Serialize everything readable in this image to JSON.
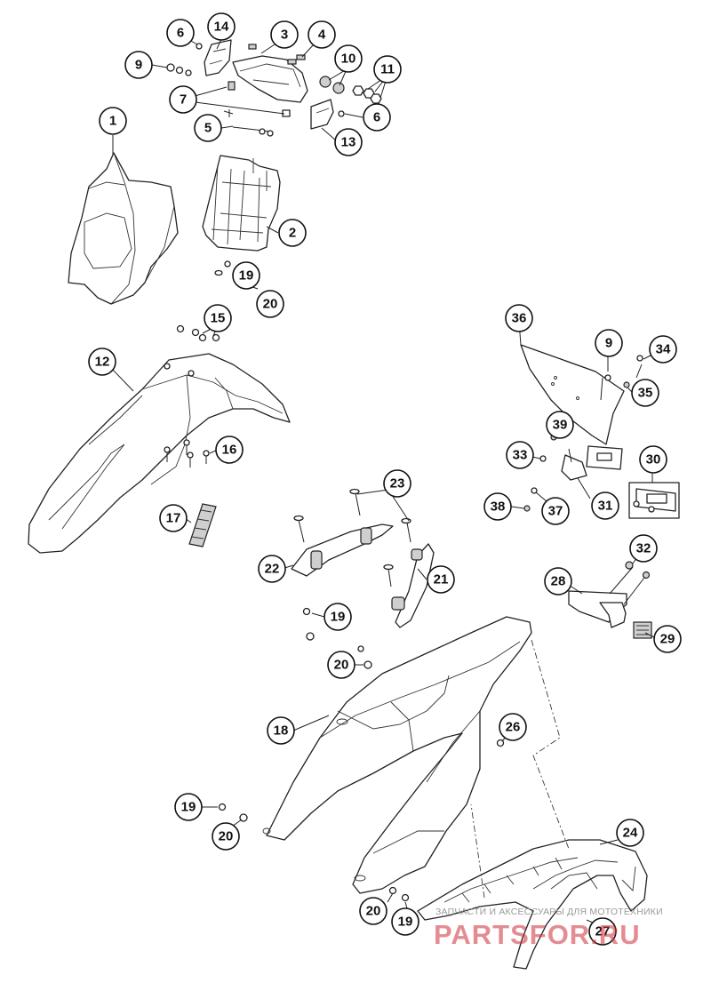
{
  "diagram": {
    "callouts": [
      {
        "id": "c1",
        "label": "1"
      },
      {
        "id": "c2",
        "label": "2"
      },
      {
        "id": "c3",
        "label": "3"
      },
      {
        "id": "c4",
        "label": "4"
      },
      {
        "id": "c5",
        "label": "5"
      },
      {
        "id": "c6a",
        "label": "6"
      },
      {
        "id": "c6b",
        "label": "6"
      },
      {
        "id": "c7",
        "label": "7"
      },
      {
        "id": "c9a",
        "label": "9"
      },
      {
        "id": "c9b",
        "label": "9"
      },
      {
        "id": "c10",
        "label": "10"
      },
      {
        "id": "c11",
        "label": "11"
      },
      {
        "id": "c12",
        "label": "12"
      },
      {
        "id": "c13",
        "label": "13"
      },
      {
        "id": "c14",
        "label": "14"
      },
      {
        "id": "c15",
        "label": "15"
      },
      {
        "id": "c16",
        "label": "16"
      },
      {
        "id": "c17",
        "label": "17"
      },
      {
        "id": "c18",
        "label": "18"
      },
      {
        "id": "c19a",
        "label": "19"
      },
      {
        "id": "c19b",
        "label": "19"
      },
      {
        "id": "c19c",
        "label": "19"
      },
      {
        "id": "c19d",
        "label": "19"
      },
      {
        "id": "c20a",
        "label": "20"
      },
      {
        "id": "c20b",
        "label": "20"
      },
      {
        "id": "c20c",
        "label": "20"
      },
      {
        "id": "c20d",
        "label": "20"
      },
      {
        "id": "c21",
        "label": "21"
      },
      {
        "id": "c22",
        "label": "22"
      },
      {
        "id": "c23",
        "label": "23"
      },
      {
        "id": "c24",
        "label": "24"
      },
      {
        "id": "c26",
        "label": "26"
      },
      {
        "id": "c27",
        "label": "27"
      },
      {
        "id": "c28",
        "label": "28"
      },
      {
        "id": "c29",
        "label": "29"
      },
      {
        "id": "c30",
        "label": "30"
      },
      {
        "id": "c31",
        "label": "31"
      },
      {
        "id": "c32",
        "label": "32"
      },
      {
        "id": "c33",
        "label": "33"
      },
      {
        "id": "c34",
        "label": "34"
      },
      {
        "id": "c35",
        "label": "35"
      },
      {
        "id": "c36",
        "label": "36"
      },
      {
        "id": "c37",
        "label": "37"
      },
      {
        "id": "c38",
        "label": "38"
      },
      {
        "id": "c39",
        "label": "39"
      }
    ]
  },
  "watermark": {
    "tagline": "ЗАПЧАСТИ И АКСЕССУАРЫ ДЛЯ МОТОТЕХНИКИ",
    "brand": "PARTSFOR.RU",
    "color": "#cd2d37"
  }
}
